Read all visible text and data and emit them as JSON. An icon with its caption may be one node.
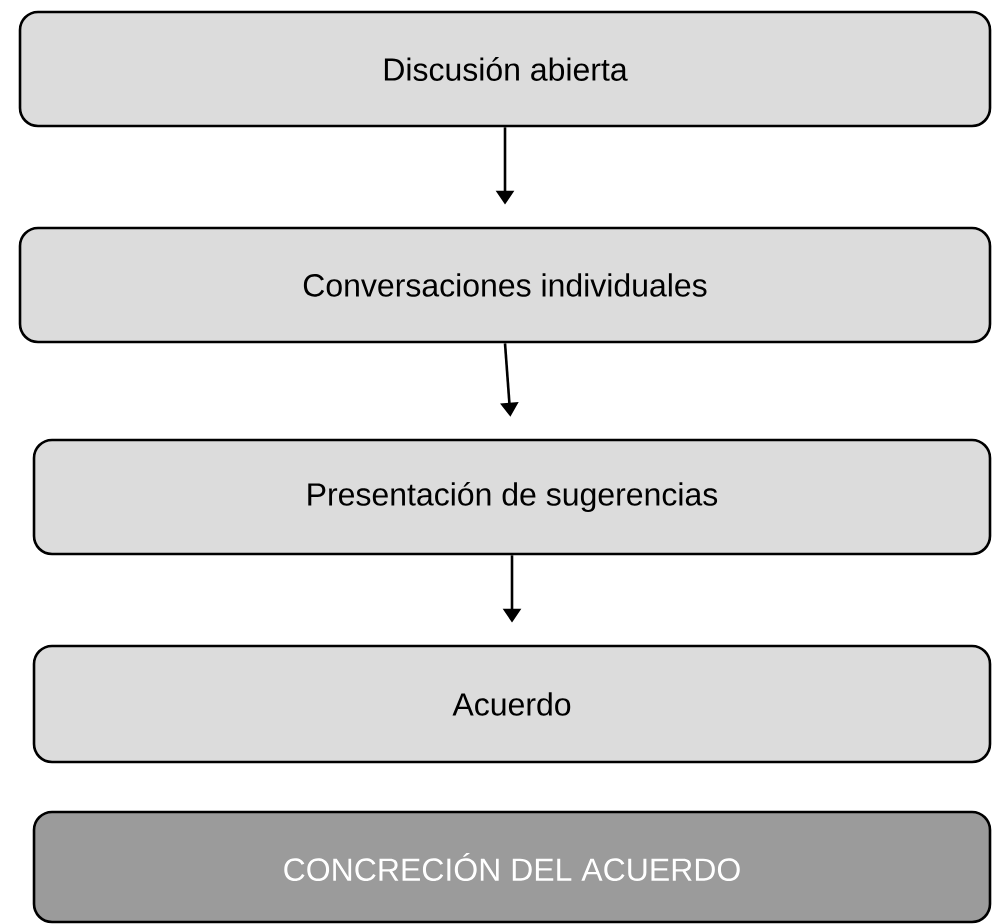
{
  "diagram": {
    "nodes": [
      {
        "text": [
          "Discusión abierta"
        ]
      },
      {
        "text": [
          "Conversaciones individuales"
        ]
      },
      {
        "text": [
          "Presentación de sugerencias"
        ]
      },
      {
        "text": [
          "Acuerdo"
        ]
      },
      {
        "text": [
          "CONCRECIÓN DEL ACUERDO"
        ]
      }
    ],
    "edges": [
      {
        "from": 0,
        "to": 1,
        "arrow": "to"
      },
      {
        "from": 1,
        "to": 2,
        "arrow": "to"
      },
      {
        "from": 2,
        "to": 3,
        "arrow": "to"
      }
    ]
  }
}
